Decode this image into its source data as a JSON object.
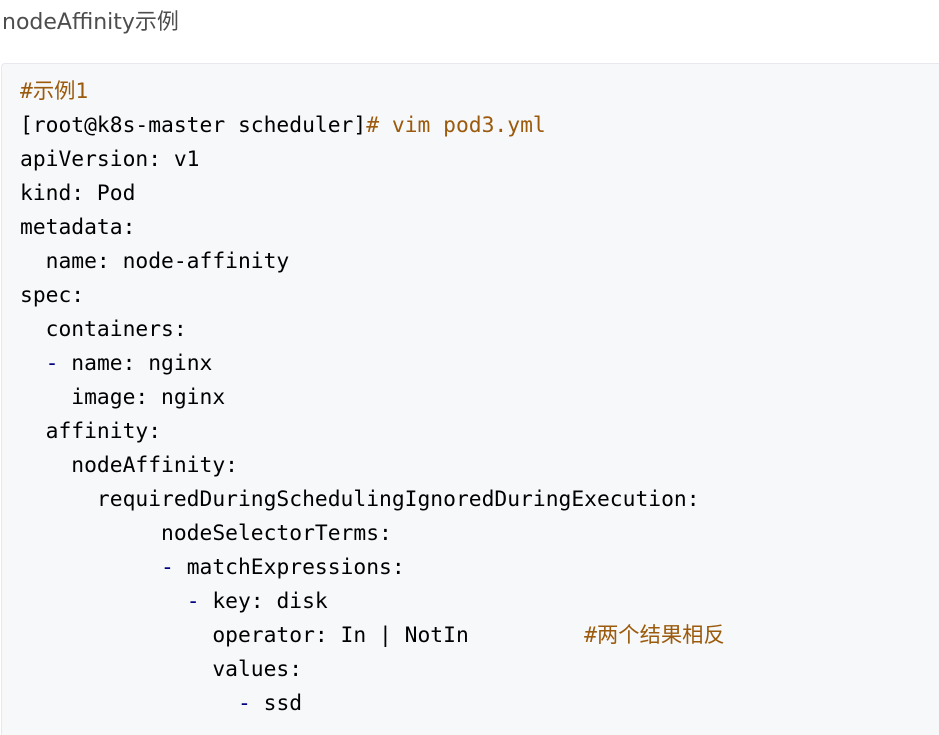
{
  "heading": "nodeAffinity示例",
  "code_lines": [
    [
      {
        "t": "comment",
        "v": "#示例1"
      }
    ],
    [
      {
        "t": "text",
        "v": "[root@k8s-master scheduler]"
      },
      {
        "t": "comment",
        "v": "# vim pod3.yml"
      }
    ],
    [
      {
        "t": "text",
        "v": "apiVersion: v1"
      }
    ],
    [
      {
        "t": "text",
        "v": "kind: Pod"
      }
    ],
    [
      {
        "t": "text",
        "v": "metadata:"
      }
    ],
    [
      {
        "t": "text",
        "v": "  name: node-affinity"
      }
    ],
    [
      {
        "t": "text",
        "v": "spec:"
      }
    ],
    [
      {
        "t": "text",
        "v": "  containers:"
      }
    ],
    [
      {
        "t": "text",
        "v": "  "
      },
      {
        "t": "dash",
        "v": "-"
      },
      {
        "t": "text",
        "v": " name: nginx"
      }
    ],
    [
      {
        "t": "text",
        "v": "    image: nginx"
      }
    ],
    [
      {
        "t": "text",
        "v": "  affinity:"
      }
    ],
    [
      {
        "t": "text",
        "v": "    nodeAffinity:"
      }
    ],
    [
      {
        "t": "text",
        "v": "      requiredDuringSchedulingIgnoredDuringExecution:"
      }
    ],
    [
      {
        "t": "text",
        "v": "           nodeSelectorTerms:"
      }
    ],
    [
      {
        "t": "text",
        "v": "           "
      },
      {
        "t": "dash",
        "v": "-"
      },
      {
        "t": "text",
        "v": " matchExpressions:"
      }
    ],
    [
      {
        "t": "text",
        "v": "             "
      },
      {
        "t": "dash",
        "v": "-"
      },
      {
        "t": "text",
        "v": " key: disk"
      }
    ],
    [
      {
        "t": "text",
        "v": "               operator: In | NotIn         "
      },
      {
        "t": "comment",
        "v": "#两个结果相反"
      }
    ],
    [
      {
        "t": "text",
        "v": "               values:"
      }
    ],
    [
      {
        "t": "text",
        "v": "                 "
      },
      {
        "t": "dash",
        "v": "-"
      },
      {
        "t": "text",
        "v": " ssd"
      }
    ]
  ]
}
